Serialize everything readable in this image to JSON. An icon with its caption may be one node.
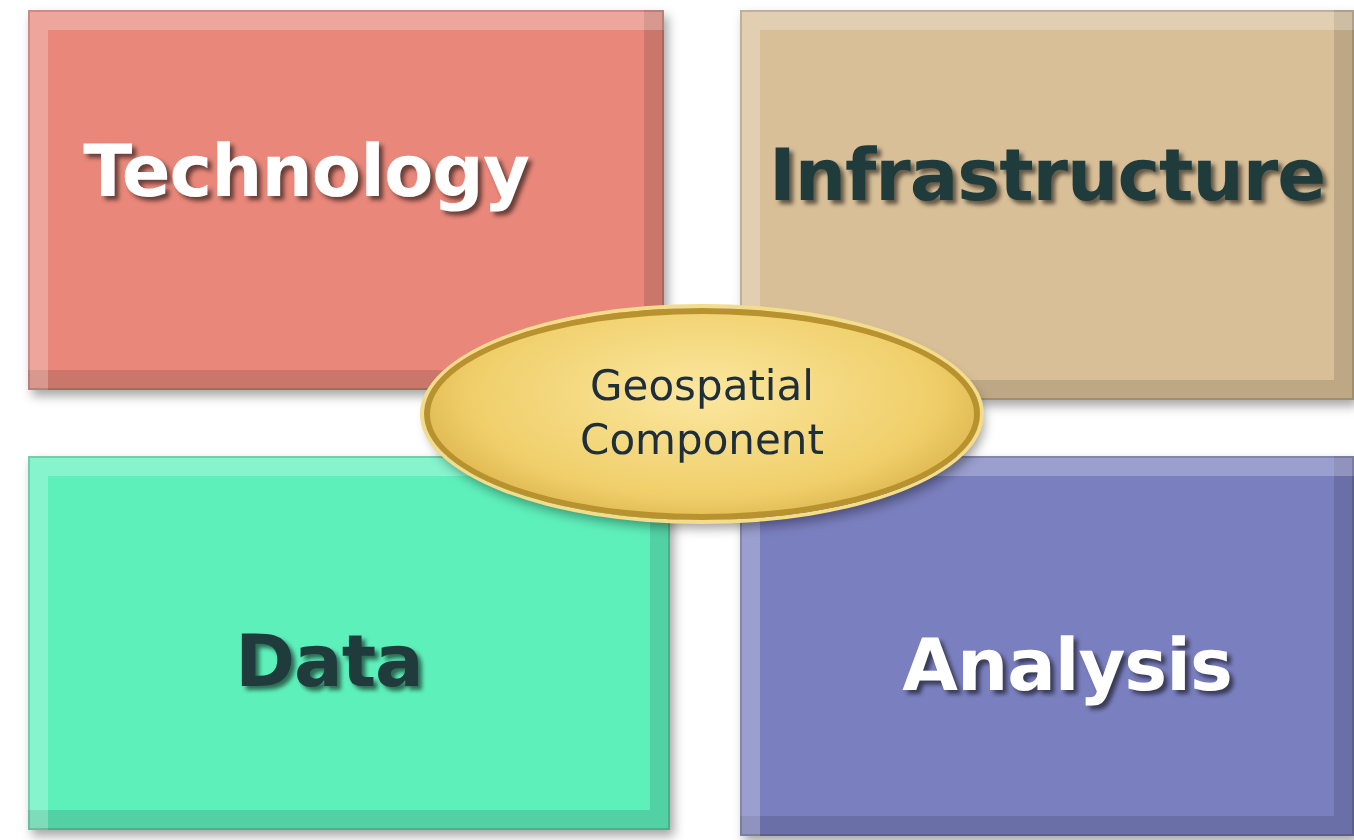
{
  "diagram": {
    "nodes": [
      {
        "text": [
          "Technology"
        ]
      },
      {
        "text": [
          "Infrastructure"
        ]
      },
      {
        "text": [
          "Data"
        ]
      },
      {
        "text": [
          "Analysis"
        ]
      },
      {
        "text": [
          "Geospatial Component"
        ]
      }
    ]
  }
}
